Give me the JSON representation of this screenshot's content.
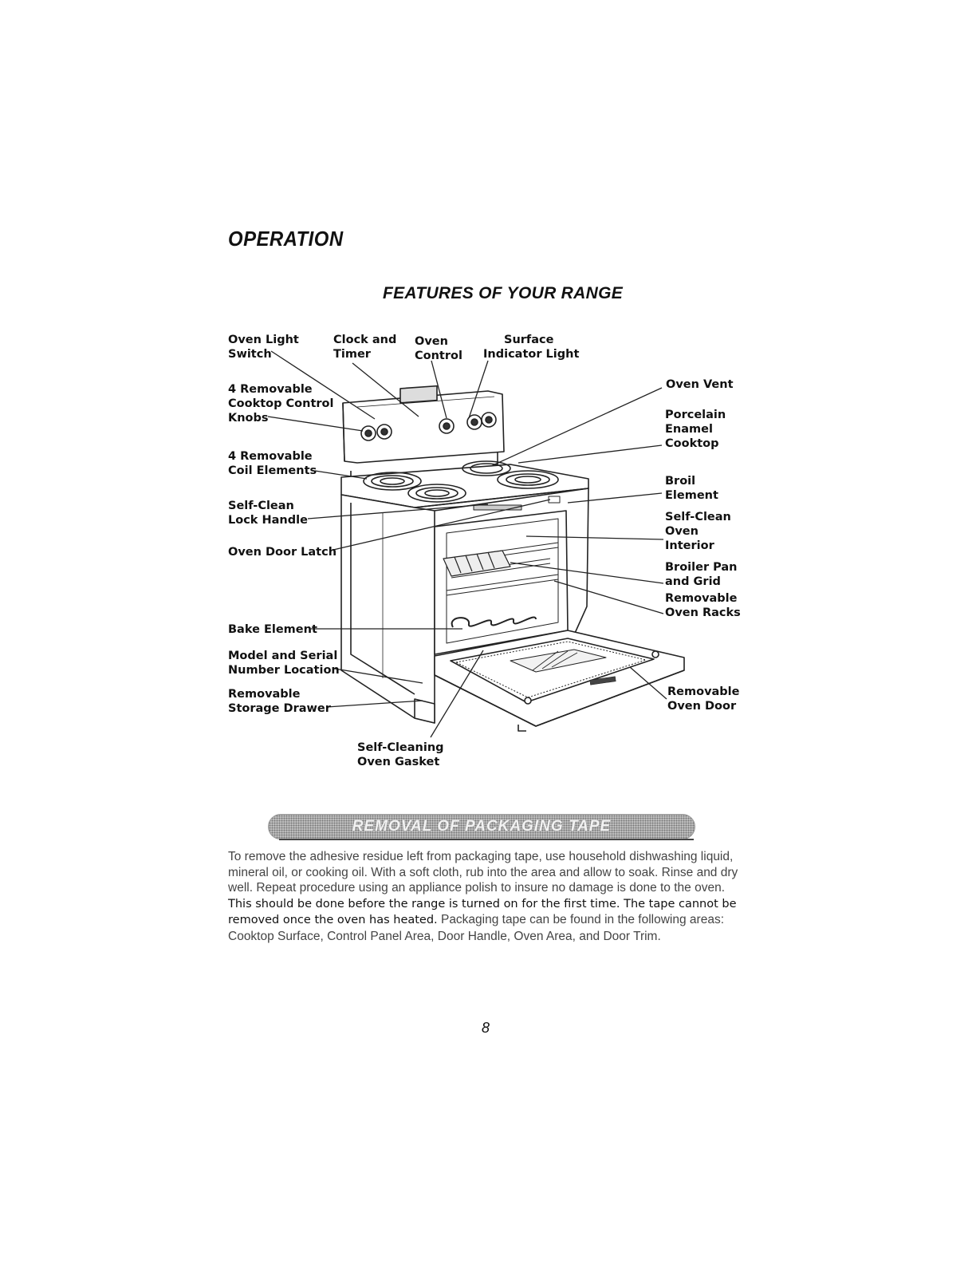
{
  "header": {
    "section_title": "OPERATION",
    "subtitle": "FEATURES OF YOUR RANGE"
  },
  "diagram": {
    "labels": {
      "oven_light_switch": [
        "Oven Light",
        "Switch"
      ],
      "clock_and_timer": [
        "Clock and",
        "Timer"
      ],
      "oven_control": [
        "Oven",
        "Control"
      ],
      "surface_indicator_light": [
        "Surface",
        "Indicator Light"
      ],
      "cooktop_control_knobs": [
        "4 Removable",
        "Cooktop Control",
        "Knobs"
      ],
      "coil_elements": [
        "4 Removable",
        "Coil Elements"
      ],
      "self_clean_lock_handle": [
        "Self-Clean",
        "Lock Handle"
      ],
      "oven_door_latch": [
        "Oven Door Latch"
      ],
      "bake_element": [
        "Bake Element"
      ],
      "model_serial_location": [
        "Model and Serial",
        "Number Location"
      ],
      "storage_drawer": [
        "Removable",
        "Storage Drawer"
      ],
      "oven_gasket": [
        "Self-Cleaning",
        "Oven Gasket"
      ],
      "oven_vent": [
        "Oven Vent"
      ],
      "porcelain_cooktop": [
        "Porcelain",
        "Enamel",
        "Cooktop"
      ],
      "broil_element": [
        "Broil",
        "Element"
      ],
      "self_clean_interior": [
        "Self-Clean",
        "Oven",
        "Interior"
      ],
      "broiler_pan": [
        "Broiler Pan",
        "and Grid"
      ],
      "oven_racks": [
        "Removable",
        "Oven Racks"
      ],
      "oven_door": [
        "Removable",
        "Oven Door"
      ]
    }
  },
  "packaging": {
    "banner": "REMOVAL OF PACKAGING TAPE",
    "text_1": "To remove the adhesive residue left from packaging tape, use household dishwashing liquid, mineral oil, or cooking oil. With a soft cloth, rub into the area and allow to soak. Rinse and dry well. Repeat procedure using an appliance polish to insure no damage is done to the oven. ",
    "text_bold": "This should be done before the range is turned on for the first time. The tape cannot be removed once the oven has heated.",
    "text_2": " Packaging tape can be found in the following areas: Cooktop Surface, Control Panel Area, Door Handle, Oven Area, and Door Trim."
  },
  "footer": {
    "page_number": "8"
  }
}
